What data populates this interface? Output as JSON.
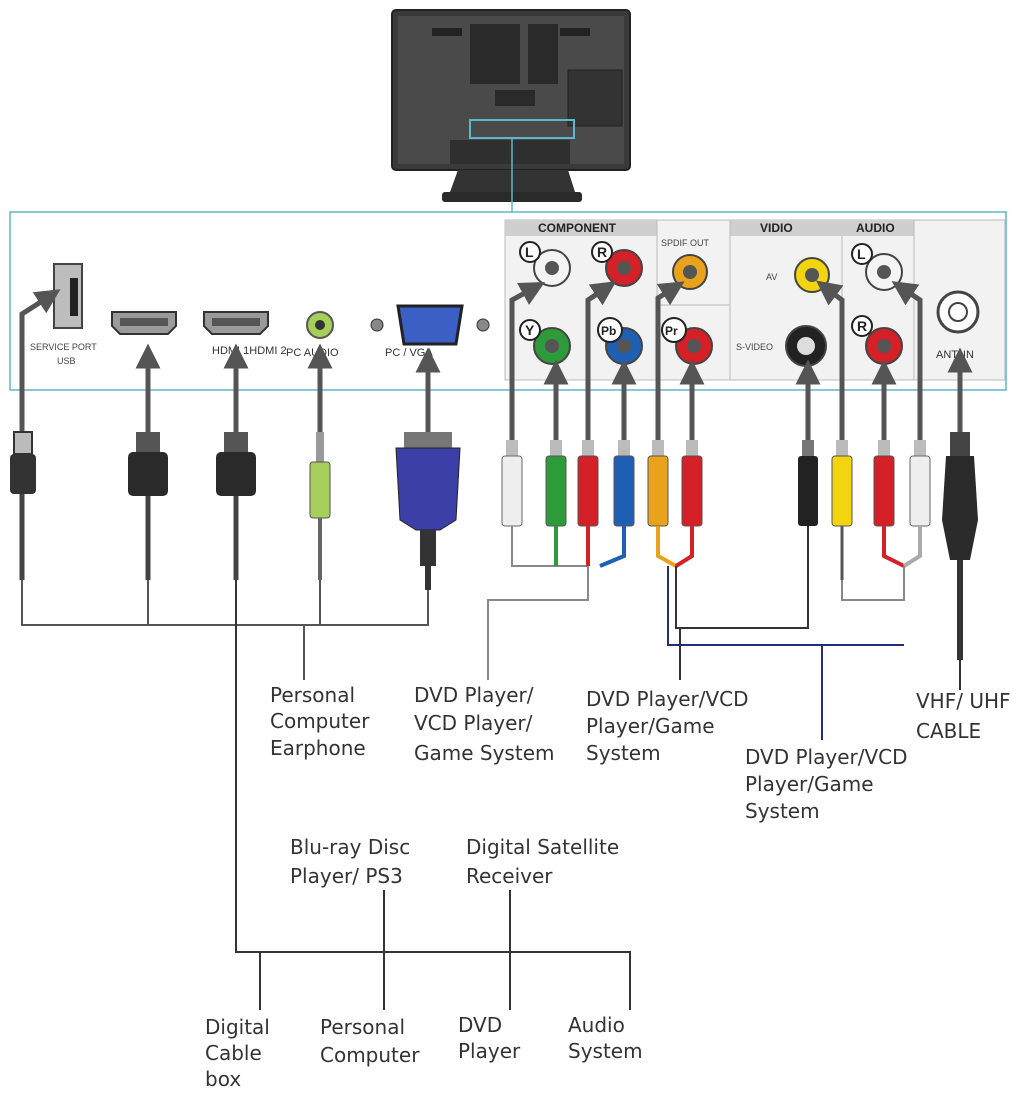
{
  "panel": {
    "component_header": "COMPONENT",
    "spdif_label": "SPDIF OUT",
    "video_header": "VIDIO",
    "audio_header": "AUDIO",
    "service_port_line1": "SERVICE PORT",
    "service_port_line2": "USB",
    "hdmi_label": "HDMI 1HDMI 2",
    "pc_audio_label": "PC AUDIO",
    "pc_vga_label": "PC / VGA",
    "av_label": "AV",
    "svideo_label": "S-VIDEO",
    "ant_label": "ANT. IN",
    "letters": {
      "L": "L",
      "R": "R",
      "Y": "Y",
      "Pb": "Pb",
      "Pr": "Pr",
      "audio_L": "L",
      "audio_R": "R"
    }
  },
  "devices": {
    "pc_group": [
      "Personal",
      "Computer",
      "Earphone"
    ],
    "component_group": [
      "DVD Player/",
      "VCD Player/",
      "Game System"
    ],
    "spdif_group": [
      "DVD Player/VCD",
      "Player/Game",
      "System"
    ],
    "av_group": [
      "DVD Player/VCD",
      "Player/Game",
      "System"
    ],
    "antenna_group": [
      "VHF/ UHF",
      "CABLE"
    ],
    "bluray": [
      "Blu-ray Disc",
      "Player/ PS3"
    ],
    "satellite": [
      "Digital Satellite",
      "Receiver"
    ],
    "cable_box": [
      "Digital",
      "Cable",
      "box"
    ],
    "personal_computer": [
      "Personal",
      "Computer"
    ],
    "dvd_player": [
      "DVD",
      "Player"
    ],
    "audio_system": [
      "Audio",
      "System"
    ]
  },
  "colors": {
    "panel_border": "#5bb8c9",
    "white_rca": "#e8e8e8",
    "green": "#2e9b3a",
    "red": "#d42027",
    "blue": "#1f5fb4",
    "orange": "#e9a21c",
    "yellow": "#f2d40f",
    "vga_blue": "#3b3fa6",
    "earphone_green": "#a5cf5a",
    "navy_line": "#1f2f7a"
  }
}
